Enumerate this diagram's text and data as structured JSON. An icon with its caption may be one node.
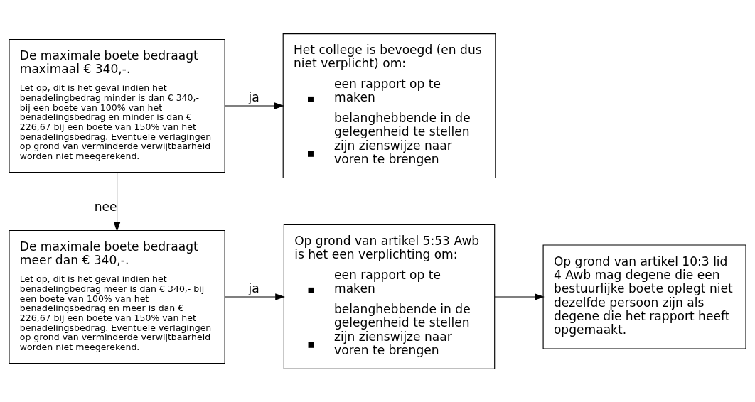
{
  "diagram": {
    "nodes": [
      {
        "text": [
          "De maximale boete bedraagt maximaal € 340,-.",
          "Let op, dit is het geval indien het benadelingbedrag minder is dan € 340,- bij een boete van 100% van het benadelingsbedrag en minder is dan € 226,67 bij een boete van 150% van het benadelingsbedrag. Eventuele verlagingen op grond van verminderde verwijtbaarheid worden niet meegerekend."
        ]
      },
      {
        "text": [
          "Het college is bevoegd (en dus niet verplicht) om:",
          "een rapport op te maken",
          "belanghebbende in de gelegenheid te stellen zijn zienswijze naar voren te brengen"
        ]
      },
      {
        "text": [
          "De maximale boete bedraagt meer dan € 340,-.",
          "Let op, dit is het geval indien het benadelingbedrag meer is dan € 340,- bij een boete van 100% van het benadelingsbedrag en meer is dan € 226,67 bij een boete van 150% van het benadelingsbedrag. Eventuele verlagingen op grond van verminderde verwijtbaarheid worden niet meegerekend."
        ]
      },
      {
        "text": [
          "Op grond van artikel 5:53 Awb is het een verplichting om:",
          "een rapport op te maken",
          "belanghebbende in de gelegenheid te stellen zijn zienswijze naar voren te brengen"
        ]
      },
      {
        "text": [
          "Op grond van artikel 10:3 lid 4 Awb mag degene die een bestuurlijke boete oplegt niet dezelfde persoon zijn als degene die het rapport heeft opgemaakt."
        ]
      }
    ],
    "edges": [
      {
        "from": 0,
        "to": 1,
        "arrow": "to",
        "label": "ja"
      },
      {
        "from": 0,
        "to": 2,
        "arrow": "to",
        "label": "nee"
      },
      {
        "from": 2,
        "to": 3,
        "arrow": "to",
        "label": "ja"
      },
      {
        "from": 3,
        "to": 4,
        "arrow": "to"
      }
    ]
  }
}
